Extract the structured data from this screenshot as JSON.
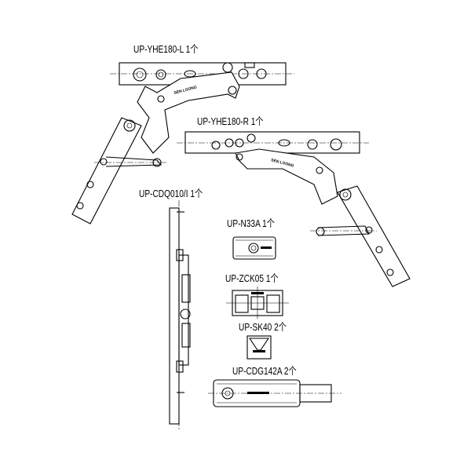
{
  "parts": [
    {
      "id": "yhe180-l",
      "label": "UP-YHE180-L 1个"
    },
    {
      "id": "yhe180-r",
      "label": "UP-YHE180-R 1个"
    },
    {
      "id": "cdq010",
      "label": "UP-CDQ010/I 1个"
    },
    {
      "id": "n33a",
      "label": "UP-N33A 1个"
    },
    {
      "id": "zck05",
      "label": "UP-ZCK05 1个"
    },
    {
      "id": "sk40",
      "label": "UP-SK40 2个"
    },
    {
      "id": "cdg142a",
      "label": "UP-CDG142A 2个"
    }
  ],
  "stamp_text": "SEN LOONG"
}
